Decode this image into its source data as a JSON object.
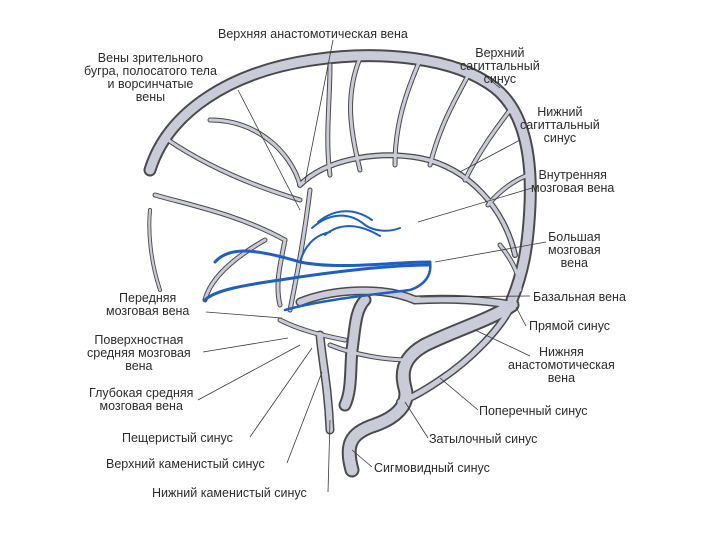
{
  "diagram": {
    "colors": {
      "vein_fill": "#c9cbd8",
      "vein_outline": "#454545",
      "deep_vein_blue": "#1f5fbf",
      "leader_line": "#3a3a3a"
    },
    "labels": {
      "superior_anastomotic_vein": "Верхняя анастомотическая вена",
      "thalamostriate_veins": "Вены зрительного\nбугра, полосатого тела\nи ворсинчатые\nвены",
      "superior_sagittal_sinus": "Верхний\nсагиттальный\nсинус",
      "inferior_sagittal_sinus": "Нижний\nсагиттальный\nсинус",
      "internal_cerebral_vein": "Внутренняя\nмозговая вена",
      "great_cerebral_vein": "Большая\nмозговая\nвена",
      "basal_vein": "Базальная вена",
      "straight_sinus": "Прямой синус",
      "inferior_anastomotic_vein": "Нижняя\nанастомотическая\nвена",
      "transverse_sinus": "Поперечный синус",
      "occipital_sinus": "Затылочный синус",
      "sigmoid_sinus": "Сигмовидный синус",
      "anterior_cerebral_vein": "Передняя\nмозговая вена",
      "superficial_middle_cerebral_vein": "Поверхностная\nсредняя мозговая\nвена",
      "deep_middle_cerebral_vein": "Глубокая средняя\nмозговая вена",
      "cavernous_sinus": "Пещеристый синус",
      "superior_petrosal_sinus": "Верхний каменистый синус",
      "inferior_petrosal_sinus": "Нижний каменистый синус"
    }
  }
}
